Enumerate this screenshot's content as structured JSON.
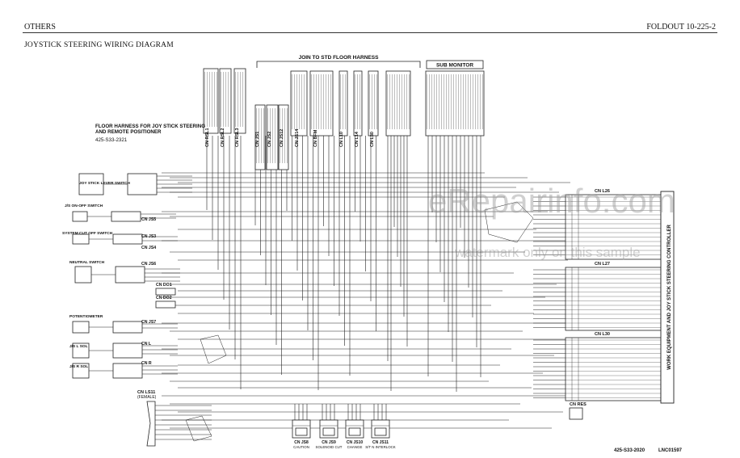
{
  "header": {
    "section": "OTHERS",
    "foldout": "FOLDOUT 10-225-2",
    "title": "JOYSTICK STEERING WIRING DIAGRAM"
  },
  "harness": {
    "top_join": "JOIN TO STD FLOOR HARNESS",
    "sub_monitor": "SUB MONITOR",
    "floor_title_1": "FLOOR HARNESS FOR JOY STICK STEERING",
    "floor_title_2": "AND REMOTE POSITIONER",
    "part_number": "425-S33-2321"
  },
  "top_connectors": [
    "CN RSL1",
    "CN RSL2",
    "CN RSL3",
    "CN JS1",
    "CN JS2",
    "CN JS12",
    "CN JS14",
    "CN BFM",
    "CN L10",
    "CN L14",
    "CN L30"
  ],
  "left_components": [
    {
      "name": "JOY STICK LEVER SWITCH"
    },
    {
      "name": "J/S ON-OFF SWITCH"
    },
    {
      "name": "SYSTEM CUT OFF SWITCH"
    },
    {
      "name": "NEUTRAL SWITCH"
    },
    {
      "name": "POTENTIOMETER"
    },
    {
      "name": "J/S L SOL"
    },
    {
      "name": "J/S R SOL"
    }
  ],
  "connector_labels": [
    "CN JS5",
    "CN JS3",
    "CN JS4",
    "CN JS6",
    "CN DO1",
    "CN DO2",
    "CN JS7",
    "CN L",
    "CN R"
  ],
  "ls_connector": {
    "name": "CN LS11",
    "sub": "(FEMALE)"
  },
  "bottom_connectors": [
    {
      "name": "CN JS8",
      "sub": "CAUTION"
    },
    {
      "name": "CN JS9",
      "sub": "SOLENOID CUT"
    },
    {
      "name": "CN JS10",
      "sub": "CHANGE"
    },
    {
      "name": "CN JS11",
      "sub": "S/T N INTERLOCK"
    }
  ],
  "controller": {
    "label": "WORK EQUIPMENT AND JOY STICK STEERING CONTROLLER",
    "blocks": [
      "CN L26",
      "CN L27",
      "CN L30"
    ],
    "res": "CN RES"
  },
  "footer": {
    "drawing_no": "425-S33-2020",
    "ref": "LNC01597"
  },
  "watermark": {
    "main": "eRepairinfo.com",
    "sub": "watermark only on this sample"
  }
}
